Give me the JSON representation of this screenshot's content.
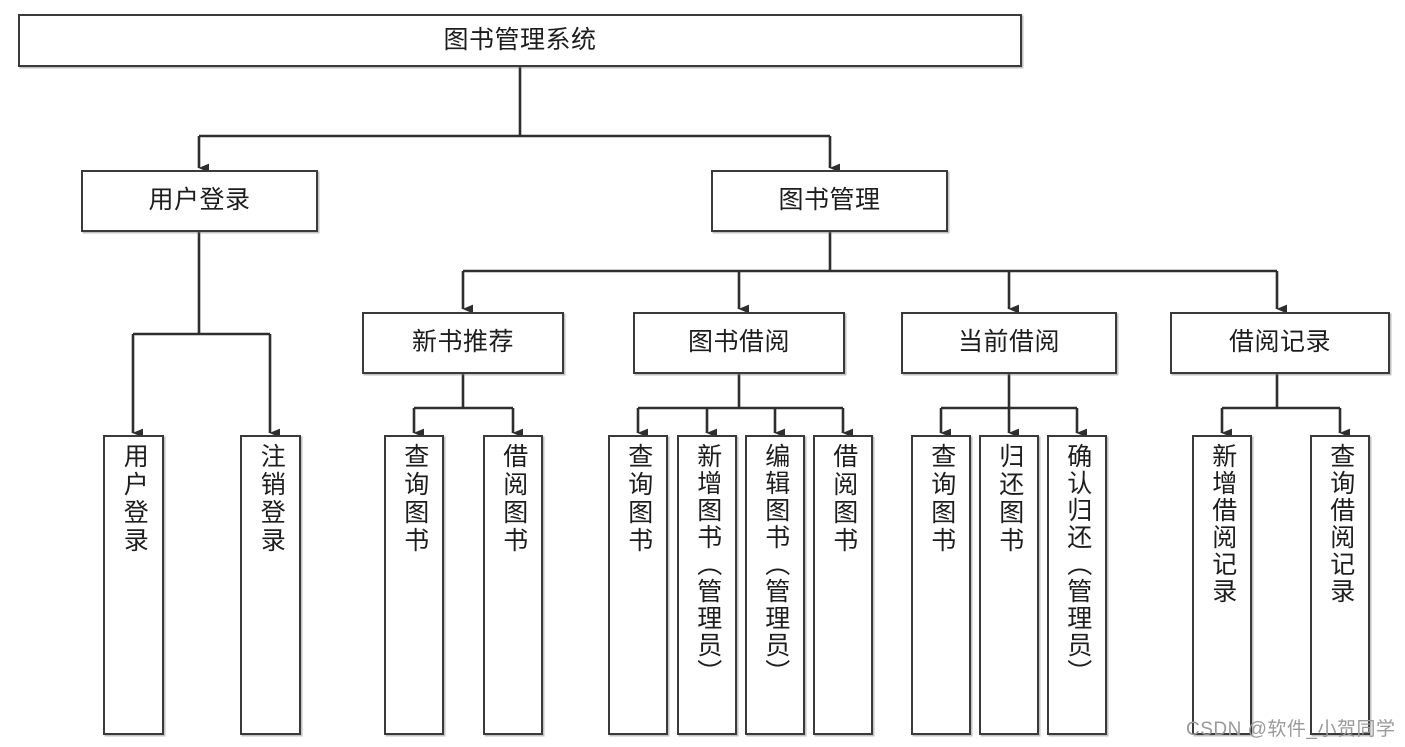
{
  "diagram": {
    "type": "tree-hierarchy-flowchart",
    "title": "图书管理系统",
    "watermark": "CSDN @软件_小贺同学",
    "colors": {
      "stroke": "#3a3a3a",
      "fill": "#ffffff",
      "text": "#1d1d1d",
      "watermark": "#9a9a9a"
    },
    "levels": {
      "level1": [
        "图书管理系统"
      ],
      "level2": [
        "用户登录",
        "图书管理"
      ],
      "level3": [
        "新书推荐",
        "图书借阅",
        "当前借阅",
        "借阅记录"
      ],
      "level4": [
        "用户登录",
        "注销登录",
        "查询图书",
        "借阅图书",
        "查询图书",
        "新增图书（管理员）",
        "编辑图书（管理员）",
        "借阅图书",
        "查询图书",
        "归还图书",
        "确认归还（管理员）",
        "新增借阅记录",
        "查询借阅记录"
      ]
    },
    "nodes": {
      "root": {
        "label": "图书管理系统"
      },
      "user_login": {
        "label": "用户登录"
      },
      "book_manage": {
        "label": "图书管理"
      },
      "new_book_rec": {
        "label": "新书推荐"
      },
      "book_borrow": {
        "label": "图书借阅"
      },
      "current_borrow": {
        "label": "当前借阅"
      },
      "borrow_record": {
        "label": "借阅记录"
      },
      "leaf_user_login": {
        "label": "用户登录"
      },
      "leaf_logout": {
        "label": "注销登录"
      },
      "leaf_query_book_1": {
        "label": "查询图书"
      },
      "leaf_borrow_book_1": {
        "label": "借阅图书"
      },
      "leaf_query_book_2": {
        "label": "查询图书"
      },
      "leaf_add_book": {
        "label": "新增图书（管理员）"
      },
      "leaf_edit_book": {
        "label": "编辑图书（管理员）"
      },
      "leaf_borrow_book_2": {
        "label": "借阅图书"
      },
      "leaf_query_book_3": {
        "label": "查询图书"
      },
      "leaf_return_book": {
        "label": "归还图书"
      },
      "leaf_confirm_return": {
        "label": "确认归还（管理员）"
      },
      "leaf_add_record": {
        "label": "新增借阅记录"
      },
      "leaf_query_record": {
        "label": "查询借阅记录"
      }
    },
    "edges": [
      {
        "from": "图书管理系统",
        "to": "用户登录"
      },
      {
        "from": "图书管理系统",
        "to": "图书管理"
      },
      {
        "from": "用户登录",
        "to": "用户登录"
      },
      {
        "from": "用户登录",
        "to": "注销登录"
      },
      {
        "from": "图书管理",
        "to": "新书推荐"
      },
      {
        "from": "图书管理",
        "to": "图书借阅"
      },
      {
        "from": "图书管理",
        "to": "当前借阅"
      },
      {
        "from": "图书管理",
        "to": "借阅记录"
      },
      {
        "from": "新书推荐",
        "to": "查询图书"
      },
      {
        "from": "新书推荐",
        "to": "借阅图书"
      },
      {
        "from": "图书借阅",
        "to": "查询图书"
      },
      {
        "from": "图书借阅",
        "to": "新增图书（管理员）"
      },
      {
        "from": "图书借阅",
        "to": "编辑图书（管理员）"
      },
      {
        "from": "图书借阅",
        "to": "借阅图书"
      },
      {
        "from": "当前借阅",
        "to": "查询图书"
      },
      {
        "from": "当前借阅",
        "to": "归还图书"
      },
      {
        "from": "当前借阅",
        "to": "确认归还（管理员）"
      },
      {
        "from": "借阅记录",
        "to": "新增借阅记录"
      },
      {
        "from": "借阅记录",
        "to": "查询借阅记录"
      }
    ]
  }
}
